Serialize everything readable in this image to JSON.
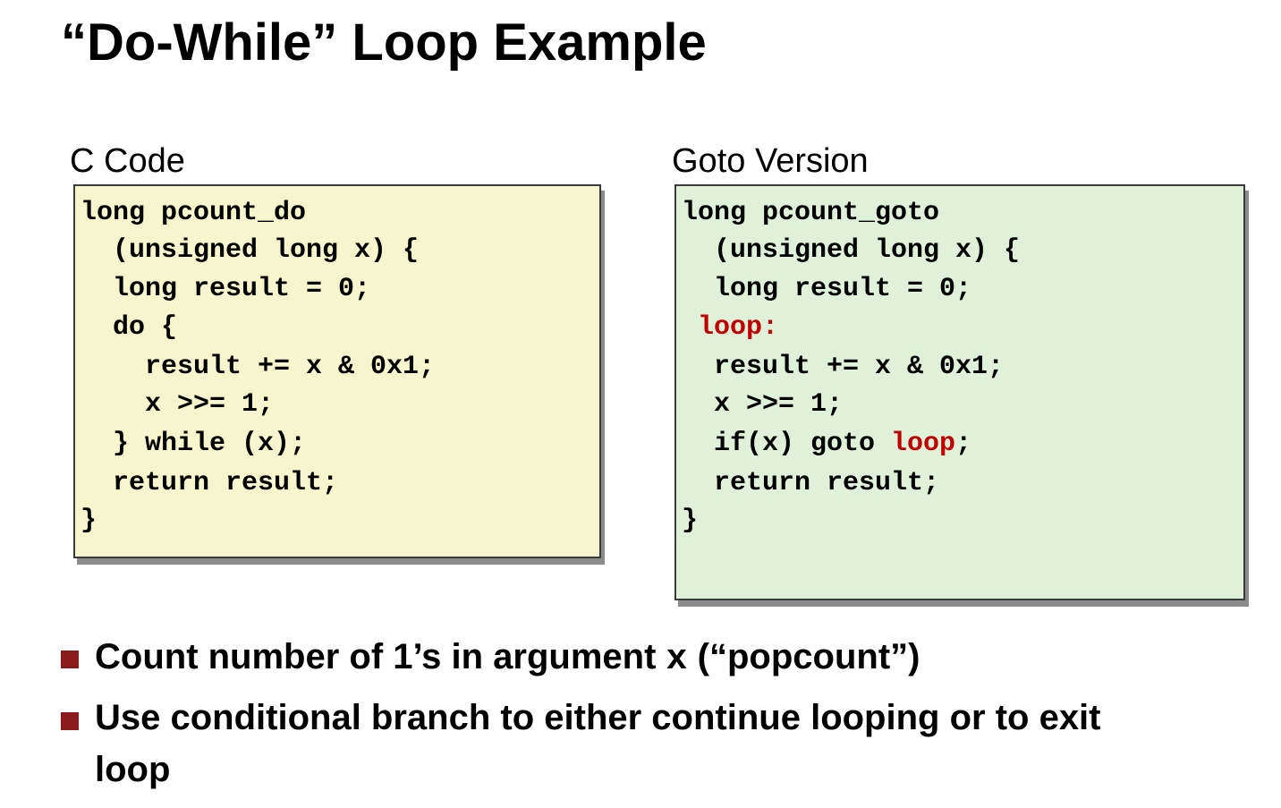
{
  "title": "“Do-While” Loop Example",
  "left_panel": {
    "label": "C Code",
    "lines": [
      "long pcount_do",
      "  (unsigned long x) {",
      "  long result = 0;",
      "  do {",
      "    result += x & 0x1;",
      "    x >>= 1;",
      "  } while (x);",
      "  return result;",
      "}"
    ]
  },
  "right_panel": {
    "label": "Goto Version",
    "lines": [
      "long pcount_goto",
      "  (unsigned long x) {",
      "  long result = 0;",
      " loop:",
      "  result += x & 0x1;",
      "  x >>= 1;",
      "  if(x) goto ",
      "  return result;",
      "}"
    ],
    "goto_target": "loop",
    "goto_end": ";"
  },
  "bullets": [
    {
      "before": "Count number of 1’s in argument ",
      "code": "x",
      "after": " (“popcount”)"
    },
    {
      "line1": "Use conditional branch to either continue looping or to exit",
      "line2": "loop"
    }
  ],
  "colors": {
    "c_code_box": "#f7f5cd",
    "goto_box": "#dff1d9",
    "label_highlight": "#c00000",
    "bullet_square": "#8b1a1a"
  }
}
